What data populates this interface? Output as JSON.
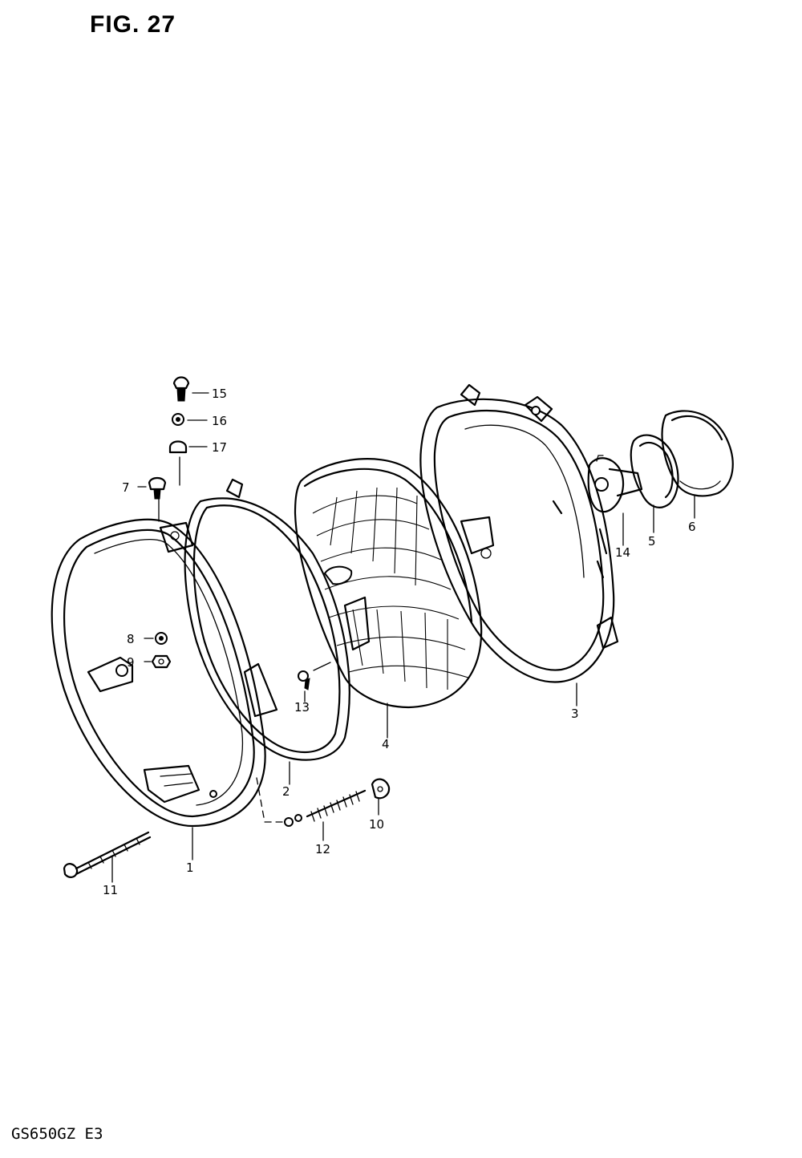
{
  "figure": {
    "title": "FIG. 27",
    "model": "GS650GZ  E3"
  },
  "callouts": [
    {
      "id": "1",
      "text": "1"
    },
    {
      "id": "2",
      "text": "2"
    },
    {
      "id": "3",
      "text": "3"
    },
    {
      "id": "4",
      "text": "4"
    },
    {
      "id": "5",
      "text": "5"
    },
    {
      "id": "6",
      "text": "6"
    },
    {
      "id": "7",
      "text": "7"
    },
    {
      "id": "8",
      "text": "8"
    },
    {
      "id": "9",
      "text": "9"
    },
    {
      "id": "10",
      "text": "10"
    },
    {
      "id": "11",
      "text": "11"
    },
    {
      "id": "12",
      "text": "12"
    },
    {
      "id": "13",
      "text": "13"
    },
    {
      "id": "14",
      "text": "14"
    },
    {
      "id": "15",
      "text": "15"
    },
    {
      "id": "16",
      "text": "16"
    },
    {
      "id": "17",
      "text": "17"
    }
  ]
}
